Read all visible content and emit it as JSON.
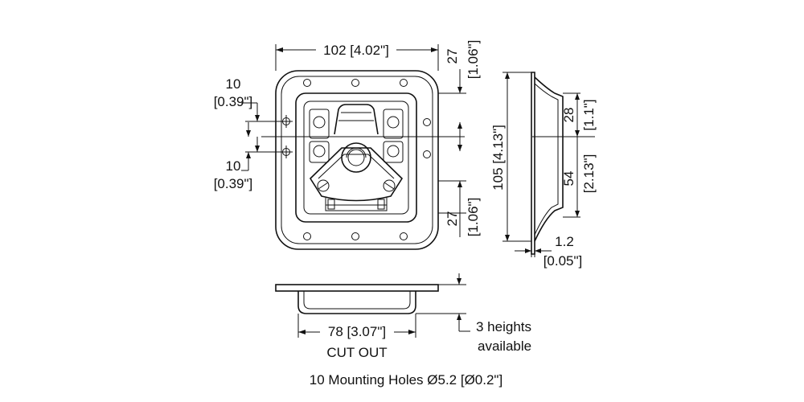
{
  "labels": {
    "width_top": "102 [4.02\"]",
    "hole_offset_top_mm": "10",
    "hole_offset_top_in": "[0.39\"]",
    "hole_offset_bot_mm": "10",
    "hole_offset_bot_in": "[0.39\"]",
    "right_top_mm": "27",
    "right_top_in": "[1.06\"]",
    "right_bot_mm": "27",
    "right_bot_in": "[1.06\"]",
    "side_height": "105 [4.13\"]",
    "side_upper_mm": "28",
    "side_upper_in": "[1.1\"]",
    "side_lower_mm": "54",
    "side_lower_in": "[2.13\"]",
    "thickness_mm": "1.2",
    "thickness_in": "[0.05\"]",
    "cutout_dim": "78 [3.07\"]",
    "cutout_text": "CUT OUT",
    "heights_line1": "3 heights",
    "heights_line2": "available",
    "footer_note": "10 Mounting Holes Ø5.2 [Ø0.2\"]"
  }
}
